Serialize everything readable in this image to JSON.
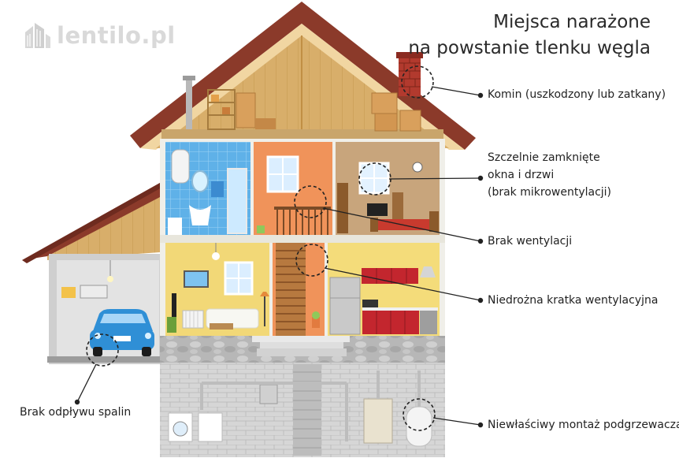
{
  "title": {
    "line1": "Miejsca narażone",
    "line2": "na powstanie tlenku węgla"
  },
  "logo": {
    "text": "lentilo.pl",
    "icon": "building-icon"
  },
  "labels": {
    "chimney": "Komin (uszkodzony lub zatkany)",
    "windows_line1": "Szczelnie zamknięte",
    "windows_line2": "okna i drzwi",
    "windows_line3": "(brak mikrowentylacji)",
    "ventilation": "Brak wentylacji",
    "vent_grill": "Niedrożna kratka wentylacyjna",
    "heater": "Niewłaściwy montaż podgrzewacza",
    "exhaust": "Brak odpływu spalin"
  },
  "colors": {
    "roof_edge": "#8b3a2a",
    "attic_wood": "#d8ae6a",
    "bathroom_tile": "#5fb1e8",
    "stair_wall": "#f0935a",
    "bedroom_wall": "#c8a57c",
    "living_wall": "#f2d877",
    "kitchen_wall": "#f4dc7a",
    "basement_brick": "#d4d4d4",
    "car": "#2f8fd6",
    "callout": "#222222"
  }
}
